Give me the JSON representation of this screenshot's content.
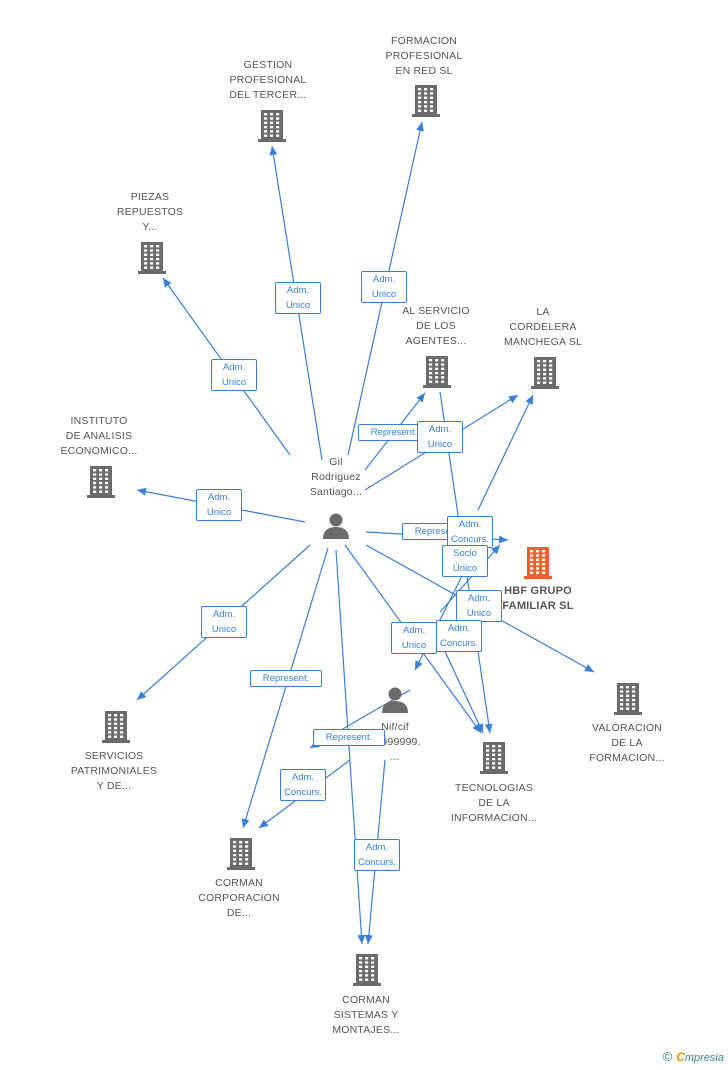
{
  "colors": {
    "edge": "#3a7fd6",
    "building": "#6b6b6b",
    "focus": "#f0602a",
    "person": "#6b6b6b"
  },
  "center": {
    "id": "gil",
    "name": "Gil\nRodriguez\nSantiago...",
    "icon": "person-icon"
  },
  "nodes": [
    {
      "id": "gestion",
      "name": "GESTION\nPROFESIONAL\nDEL TERCER...",
      "icon": "building-icon"
    },
    {
      "id": "formacion",
      "name": "FORMACION\nPROFESIONAL\nEN RED SL",
      "icon": "building-icon"
    },
    {
      "id": "piezas",
      "name": "PIEZAS\nREPUESTOS\nY...",
      "icon": "building-icon"
    },
    {
      "id": "alservicio",
      "name": "AL SERVICIO\nDE LOS\nAGENTES...",
      "icon": "building-icon"
    },
    {
      "id": "cordelera",
      "name": "LA\nCORDELERA\nMANCHEGA SL",
      "icon": "building-icon"
    },
    {
      "id": "instituto",
      "name": "INSTITUTO\nDE ANALISIS\nECONOMICO...",
      "icon": "building-icon"
    },
    {
      "id": "hbf",
      "name": "HBF GRUPO\nFAMILIAR SL",
      "icon": "building-icon-focus"
    },
    {
      "id": "nif",
      "name": "Nif/cif\n99999999.\n...",
      "icon": "person-icon"
    },
    {
      "id": "valoracion",
      "name": "VALORACION\nDE LA\nFORMACION...",
      "icon": "building-icon"
    },
    {
      "id": "servicios",
      "name": "SERVICIOS\nPATRIMONIALES\nY DE...",
      "icon": "building-icon"
    },
    {
      "id": "tecnologias",
      "name": "TECNOLOGIAS\nDE LA\nINFORMACION...",
      "icon": "building-icon"
    },
    {
      "id": "corman_corp",
      "name": "CORMAN\nCORPORACION\nDE...",
      "icon": "building-icon"
    },
    {
      "id": "corman_sist",
      "name": "CORMAN\nSISTEMAS Y\nMONTAJES...",
      "icon": "building-icon"
    }
  ],
  "relations": [
    {
      "label": "Adm.\nUnico"
    },
    {
      "label": "Adm.\nUnico"
    },
    {
      "label": "Adm.\nUnico"
    },
    {
      "label": "Adm.\nUnico"
    },
    {
      "label": "Represent."
    },
    {
      "label": "Adm.\nUnico"
    },
    {
      "label": "Represent."
    },
    {
      "label": "Adm.\nConcurs."
    },
    {
      "label": "Socio\nÚnico"
    },
    {
      "label": "Adm.\nUnico"
    },
    {
      "label": "Adm.\nUnico"
    },
    {
      "label": "Adm.\nConcurs."
    },
    {
      "label": "Adm.\nUnico"
    },
    {
      "label": "Represent."
    },
    {
      "label": "Represent."
    },
    {
      "label": "Adm.\nConcurs."
    },
    {
      "label": "Adm.\nConcurs."
    }
  ],
  "footer": {
    "copyright": "©",
    "brand_initial": "C",
    "brand_rest": "mpresia"
  }
}
